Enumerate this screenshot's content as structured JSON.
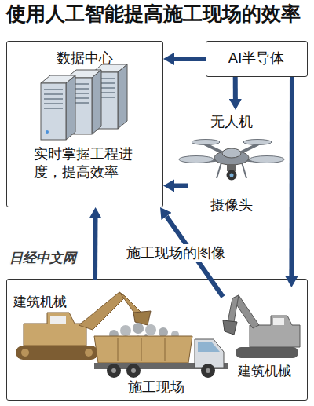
{
  "diagram": {
    "title": "使用人工智能提高施工现场的效率",
    "nodes": [
      {
        "text": [
          "数据中心",
          "实时掌握工程进度，提高效率"
        ]
      },
      {
        "text": [
          "AI半导体"
        ]
      },
      {
        "text": [
          "无人机",
          "摄像头"
        ]
      },
      {
        "text": [
          "施工现场"
        ]
      },
      {
        "text": [
          "建筑机械"
        ],
        "in": 3
      },
      {
        "text": [
          "建筑机械"
        ],
        "in": 3
      }
    ],
    "edges": [
      {
        "from": 1,
        "to": 0,
        "arrow": "to"
      },
      {
        "from": 1,
        "to": 2,
        "arrow": "to"
      },
      {
        "from": 2,
        "to": 0,
        "arrow": "to"
      },
      {
        "from": 4,
        "to": 0,
        "arrow": "to"
      },
      {
        "from": 5,
        "to": 0,
        "label": "施工现场的图像",
        "arrow": "to"
      },
      {
        "from": 1,
        "to": 5,
        "arrow": "to"
      }
    ],
    "labels": [
      "日经中文网"
    ]
  }
}
